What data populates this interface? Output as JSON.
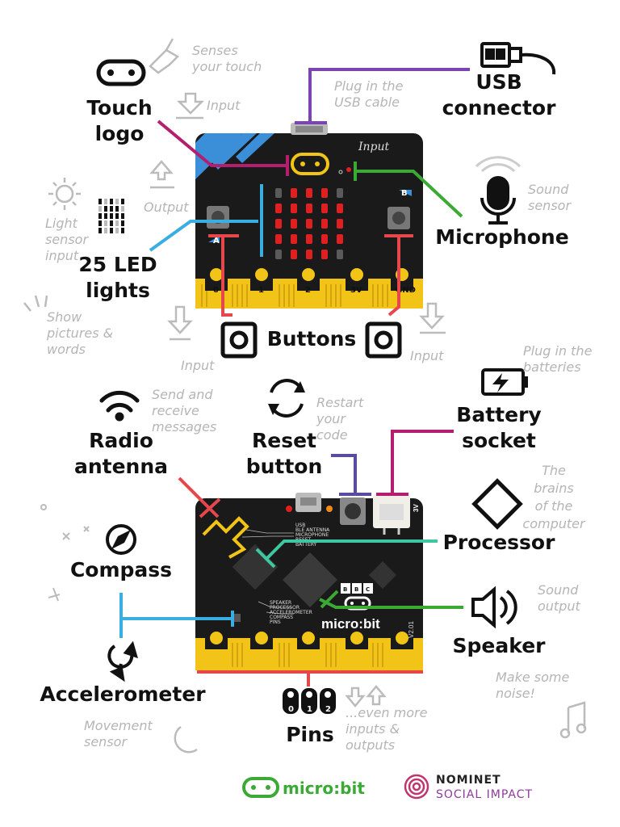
{
  "colors": {
    "board": "#1a1a1a",
    "gold": "#f2c418",
    "red_led": "#e02020",
    "line_purple": "#7a45b0",
    "line_magenta": "#b51d6f",
    "line_green": "#3aaa35",
    "line_blue": "#3aaee0",
    "line_red": "#e5474b",
    "line_teal": "#3ec7a0",
    "note_grey": "#b5b5b5",
    "brand_green": "#3aaa35",
    "nominet_purple": "#8e3b9b"
  },
  "front": {
    "touch_logo": "Touch\nlogo",
    "touch_note": "Senses\nyour touch",
    "touch_input": "Input",
    "usb_label": "USB\nconnector",
    "usb_note": "Plug in the\nUSB cable",
    "board_input": "Input",
    "microphone": "Microphone",
    "mic_note": "Sound\nsensor",
    "led_label": "25 LED\nlights",
    "light_note": "Light\nsensor\ninput",
    "output_note": "Output",
    "show_note": "Show\npictures &\nwords",
    "left_input": "Input",
    "buttons": "Buttons",
    "right_input": "Input",
    "btn_a": "A",
    "btn_b": "B",
    "pins": [
      "0",
      "1",
      "2",
      "3V",
      "GND"
    ]
  },
  "back": {
    "battery_note": "Plug in the\nbatteries",
    "battery_label": "Battery\nsocket",
    "radio_label": "Radio\nantenna",
    "radio_note": "Send and\nreceive\nmessages",
    "reset_label": "Reset\nbutton",
    "reset_note": "Restart\nyour\ncode",
    "brains_note": "The\nbrains\nof the\ncomputer",
    "processor": "Processor",
    "compass": "Compass",
    "speaker_note": "Sound\noutput",
    "speaker": "Speaker",
    "accelerometer": "Accelerometer",
    "pins_label": "Pins",
    "pin_icons": [
      "0",
      "1",
      "2"
    ],
    "more_note": "...even more\ninputs &\noutputs",
    "noise_note": "Make some\nnoise!",
    "movement_note": "Movement\nsensor",
    "board_text_top": [
      "USB",
      "BLE ANTENNA",
      "MICROPHONE",
      "RESET",
      "BATTERY"
    ],
    "board_text_bottom": [
      "SPEAKER",
      "PROCESSOR",
      "ACCELEROMETER",
      "COMPASS",
      "PINS"
    ],
    "bbc": [
      "B",
      "B",
      "C"
    ],
    "board_brand": "micro:bit",
    "version": "V2.01",
    "battery_volt": "3V"
  },
  "footer": {
    "microbit": "micro:bit",
    "nominet": "NOMINET",
    "social": "SOCIAL IMPACT"
  }
}
